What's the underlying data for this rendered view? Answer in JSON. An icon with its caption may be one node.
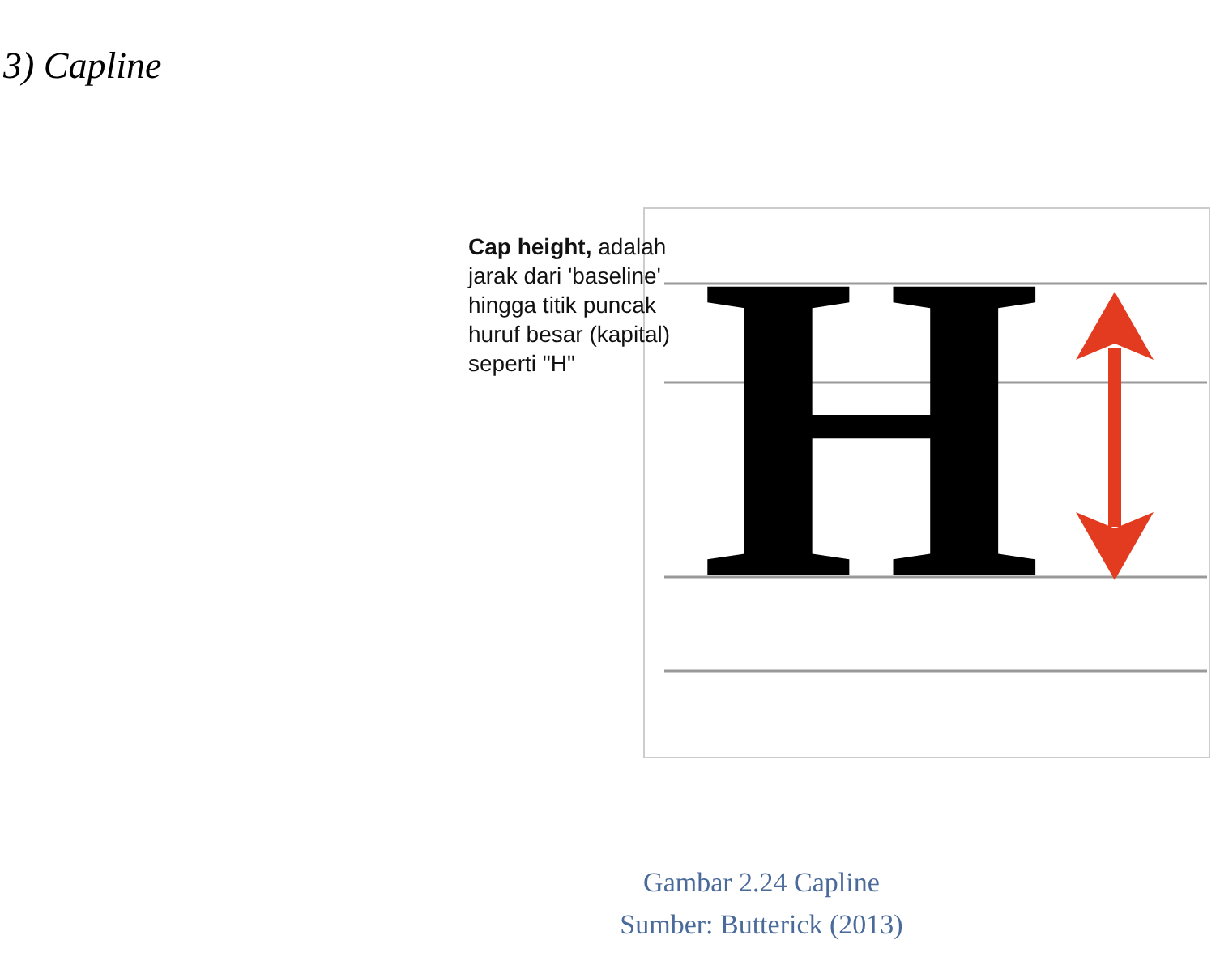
{
  "diagram": {
    "title": "3) Capline",
    "caption": "Gambar 2.24 Capline",
    "labels": [
      "**Cap height,** adalah jarak dari 'baseline' hingga titik puncak huruf besar (kapital) seperti \"H\"",
      "H",
      "Sumber: Butterick (2013)"
    ]
  }
}
